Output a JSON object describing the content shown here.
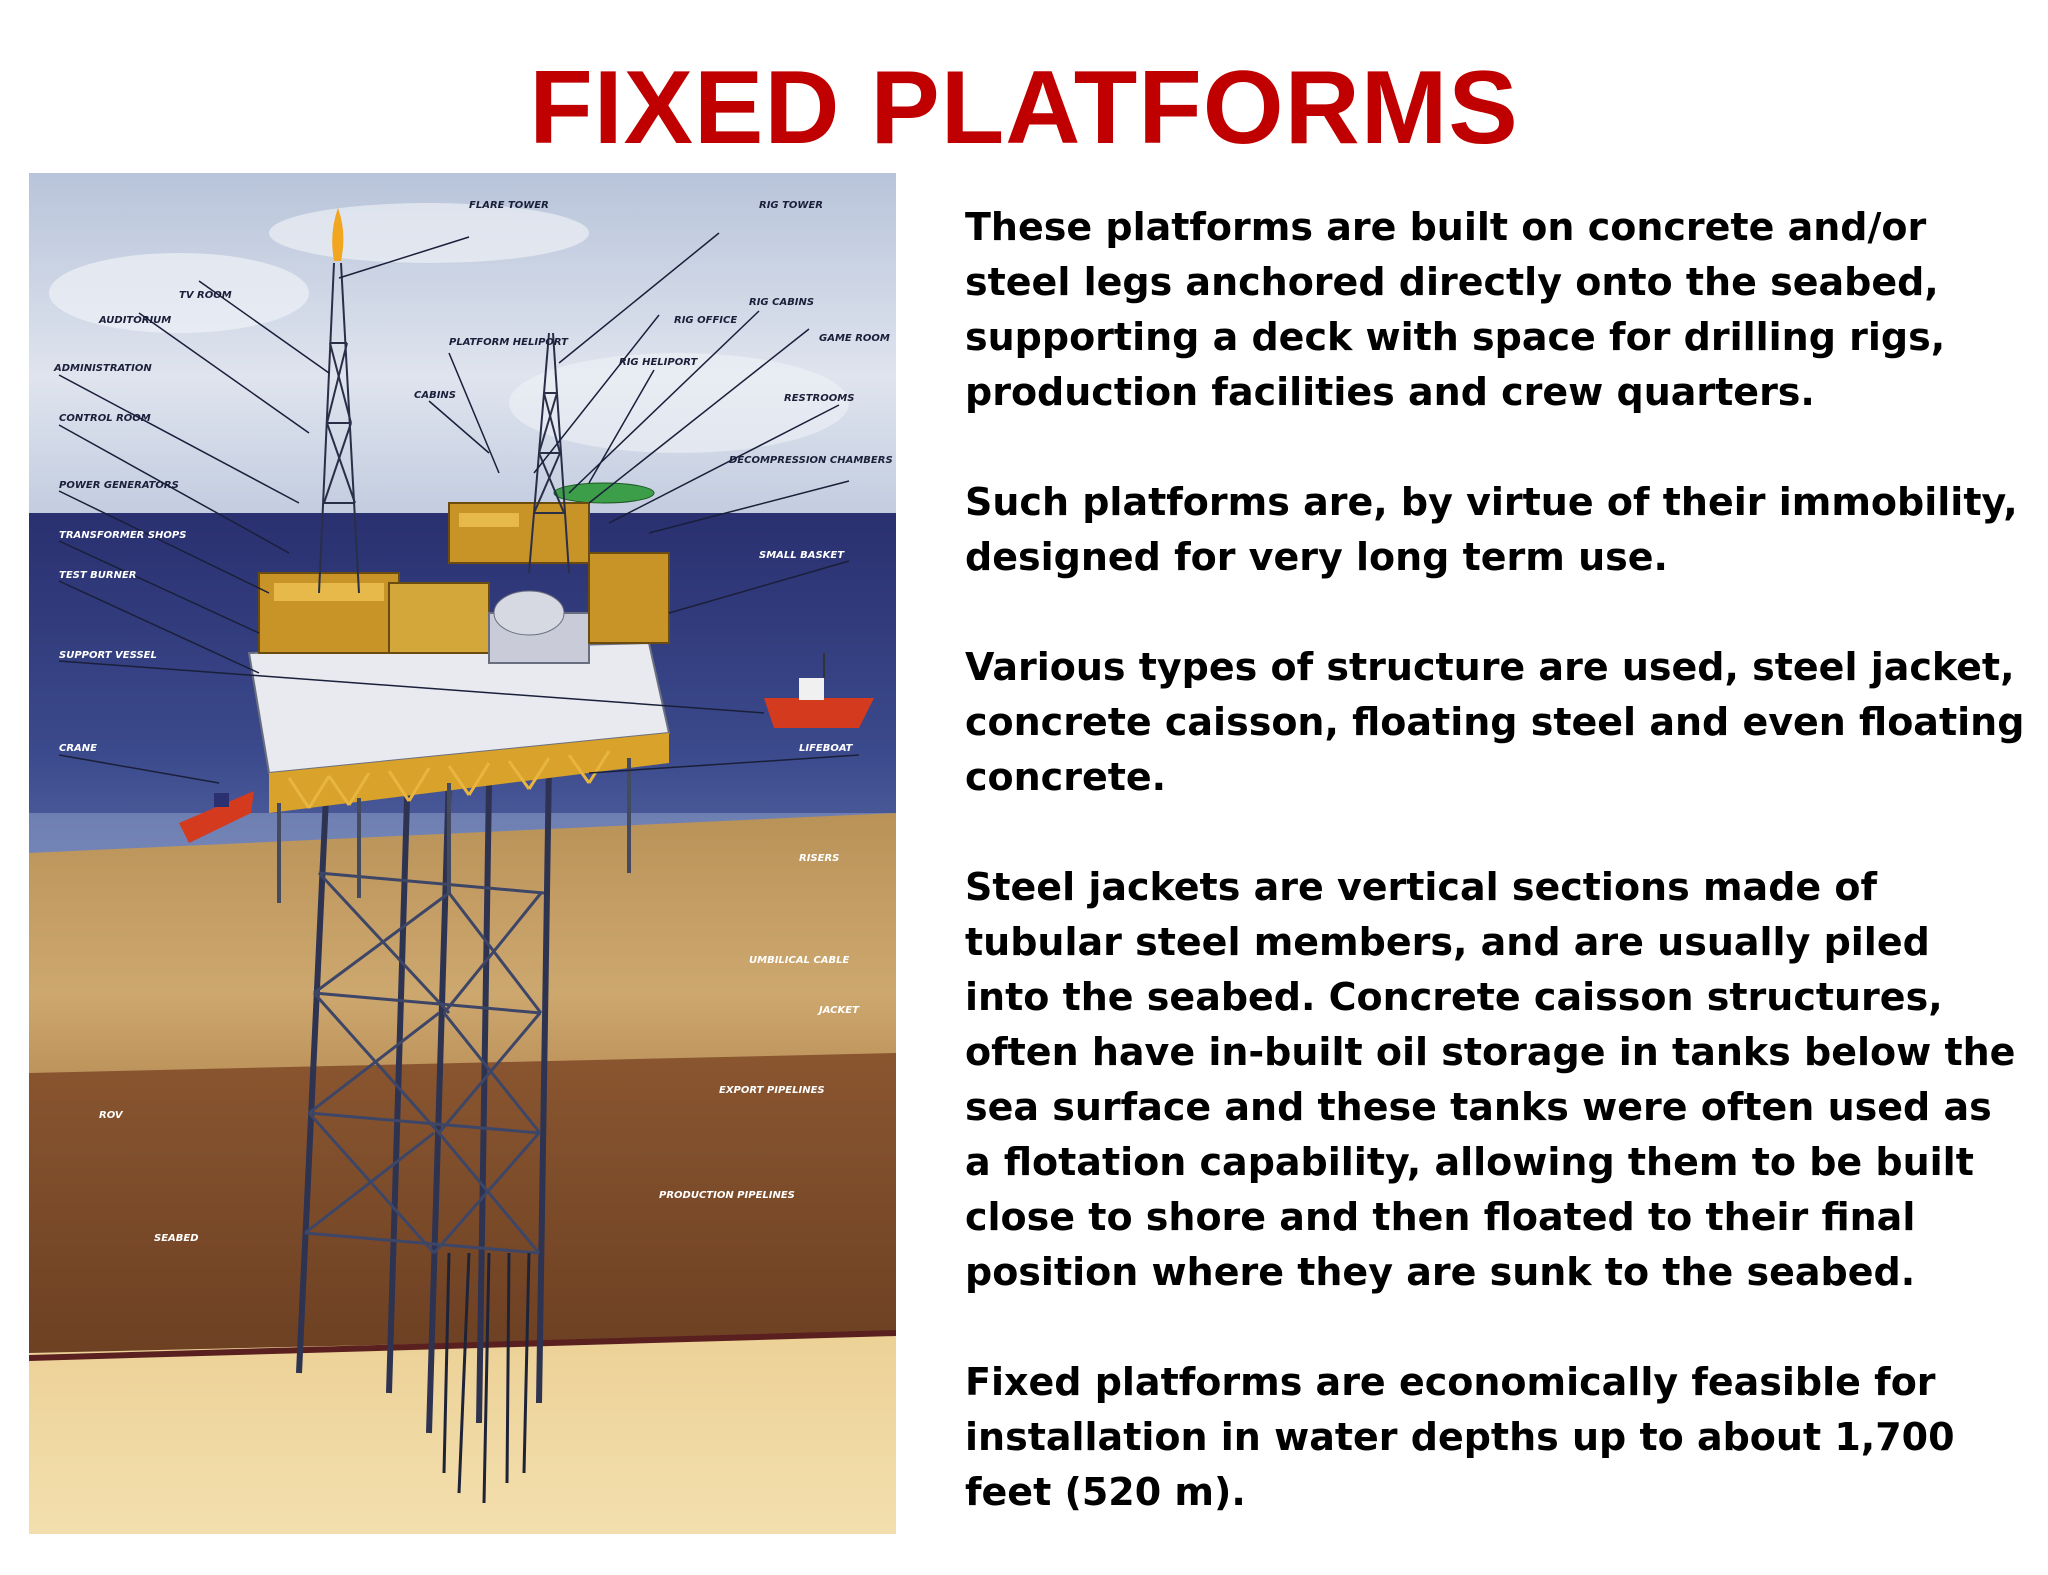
{
  "slide": {
    "title": "FIXED PLATFORMS",
    "paragraphs": [
      "These platforms are built on concrete and/or steel legs anchored directly onto the seabed, supporting a deck with space for drilling rigs, production facilities and crew quarters.",
      "Such platforms are, by virtue of their immobility, designed for very long term use.",
      " Various types of structure are used, steel jacket, concrete caisson, floating steel and even floating concrete.",
      " Steel jackets are vertical sections made of tubular steel members, and are usually piled into the seabed. Concrete caisson structures, often have in-built oil storage in tanks below the sea surface and these tanks were often used as a flotation capability, allowing them to be built close to shore and then floated to their final position where they are sunk to the seabed.",
      " Fixed platforms are economically feasible for installation in water depths up to about 1,700 feet (520 m)."
    ]
  },
  "illustration": {
    "labels": {
      "flare_tower": "FLARE TOWER",
      "rig_tower": "RIG TOWER",
      "tv_room": "TV ROOM",
      "auditorium": "AUDITORIUM",
      "platform_heliport": "PLATFORM HELIPORT",
      "rig_office": "RIG OFFICE",
      "rig_cabins": "RIG CABINS",
      "game_room": "GAME ROOM",
      "rig_heliport": "RIG HELIPORT",
      "administration": "ADMINISTRATION",
      "cabins": "CABINS",
      "restrooms": "RESTROOMS",
      "control_room": "CONTROL ROOM",
      "decompression_chambers": "DECOMPRESSION CHAMBERS",
      "power_generators": "POWER GENERATORS",
      "transformer_shops": "TRANSFORMER SHOPS",
      "small_basket": "SMALL BASKET",
      "test_burner": "TEST BURNER",
      "support_vessel": "SUPPORT VESSEL",
      "crane": "CRANE",
      "lifeboat": "LIFEBOAT",
      "risers": "RISERS",
      "umbilical_cable": "UMBILICAL CABLE",
      "jacket": "JACKET",
      "export_pipelines": "EXPORT PIPELINES",
      "rov": "ROV",
      "production_pipelines": "PRODUCTION PIPELINES",
      "seabed": "SEABED"
    },
    "colors": {
      "sky": "#c9d3e4",
      "sea": "#2c3474",
      "sand": "#d4b07a",
      "deck": "#d9a22a",
      "steel": "#3a3f5c",
      "vessel": "#d43a1e"
    }
  }
}
